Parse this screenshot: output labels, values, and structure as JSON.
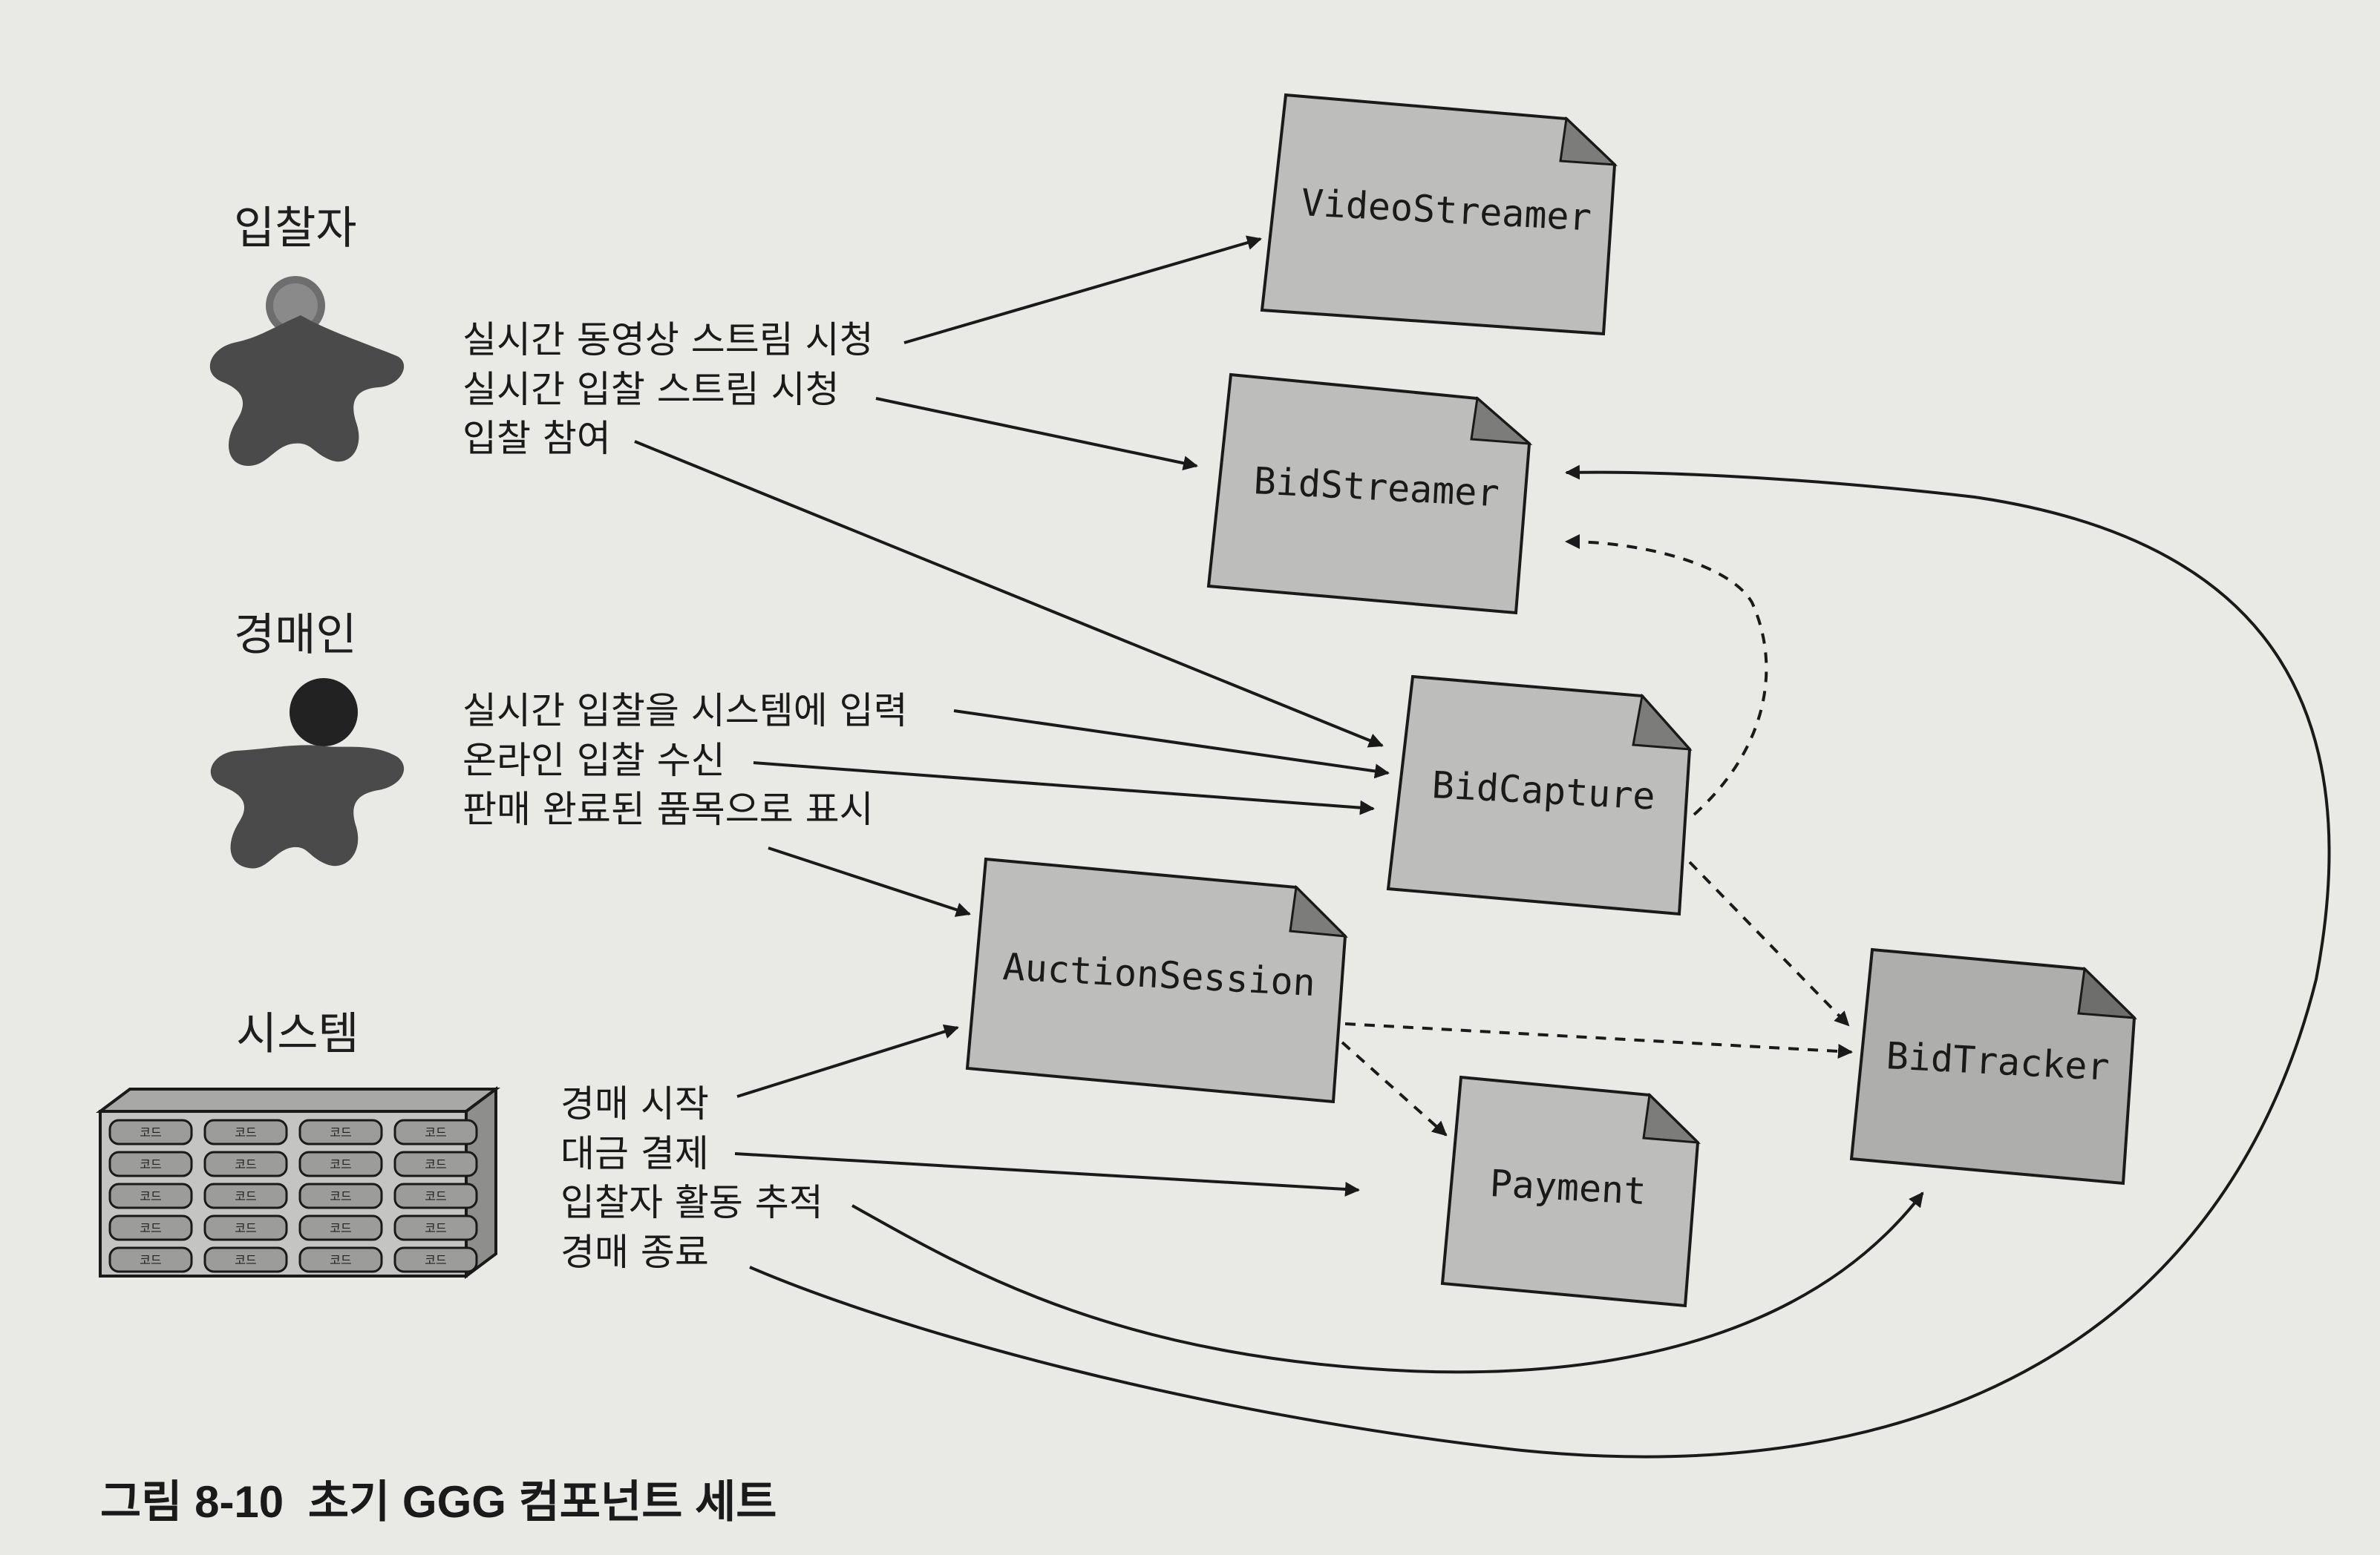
{
  "actors": {
    "bidder": {
      "title": "입찰자",
      "icon": "bidder-person-icon",
      "color": "#4a4a4a"
    },
    "auctioneer": {
      "title": "경매인",
      "icon": "auctioneer-person-icon",
      "color": "#4a4a4a"
    },
    "system": {
      "title": "시스템",
      "icon": "server-rack-icon",
      "cell_label": "코드"
    }
  },
  "bidder_messages": [
    "실시간 동영상 스트림 시청",
    "실시간 입찰 스트림 시청",
    "입찰 참여"
  ],
  "auctioneer_messages": [
    "실시간 입찰을 시스템에 입력",
    "온라인 입찰 수신",
    "판매 완료된 품목으로 표시"
  ],
  "system_messages": [
    "경매 시작",
    "대금 결제",
    "입찰자 활동 추적",
    "경매 종료"
  ],
  "components": {
    "video_streamer": "VideoStreamer",
    "bid_streamer": "BidStreamer",
    "bid_capture": "BidCapture",
    "auction_session": "AuctionSession",
    "payment": "Payment",
    "bid_tracker": "BidTracker"
  },
  "caption": {
    "label": "그림 8-10",
    "text": "초기 GGG 컴포넌트 세트"
  },
  "colors": {
    "component_fill": "#bdbdbb",
    "component_fill_dark": "#aeaeac",
    "line": "#1a1a1a"
  }
}
